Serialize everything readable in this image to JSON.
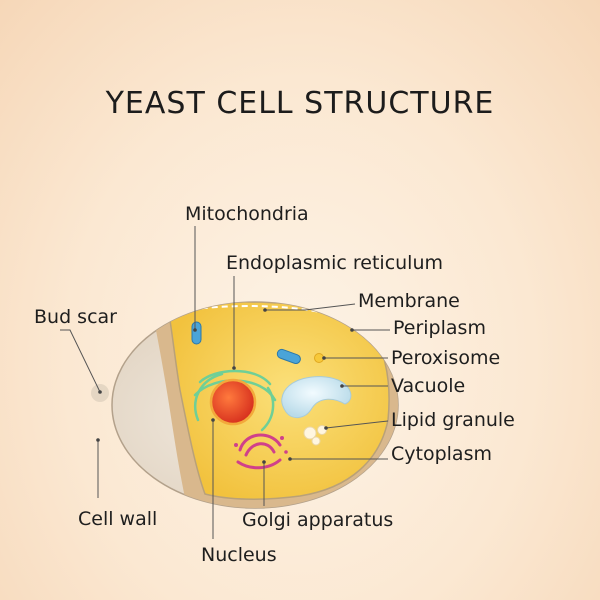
{
  "title": "YEAST CELL STRUCTURE",
  "labels": {
    "mitochondria": "Mitochondria",
    "endoplasmic_reticulum": "Endoplasmic reticulum",
    "membrane": "Membrane",
    "periplasm": "Periplasm",
    "peroxisome": "Peroxisome",
    "vacuole": "Vacuole",
    "lipid_granule": "Lipid granule",
    "cytoplasm": "Cytoplasm",
    "bud_scar": "Bud scar",
    "cell_wall": "Cell wall",
    "golgi_apparatus": "Golgi apparatus",
    "nucleus": "Nucleus"
  },
  "colors": {
    "cell_wall": "#e6dbcd",
    "cell_wall_edge": "#b9a892",
    "periplasm": "#dcbc92",
    "cytoplasm": "#f7cf58",
    "nucleus": "#e8442a",
    "mitochondria": "#4aa4d8",
    "vacuole": "#cfe6f0",
    "golgi": "#d0408a",
    "er": "#6fcf97",
    "peroxisome": "#f4c63a"
  }
}
